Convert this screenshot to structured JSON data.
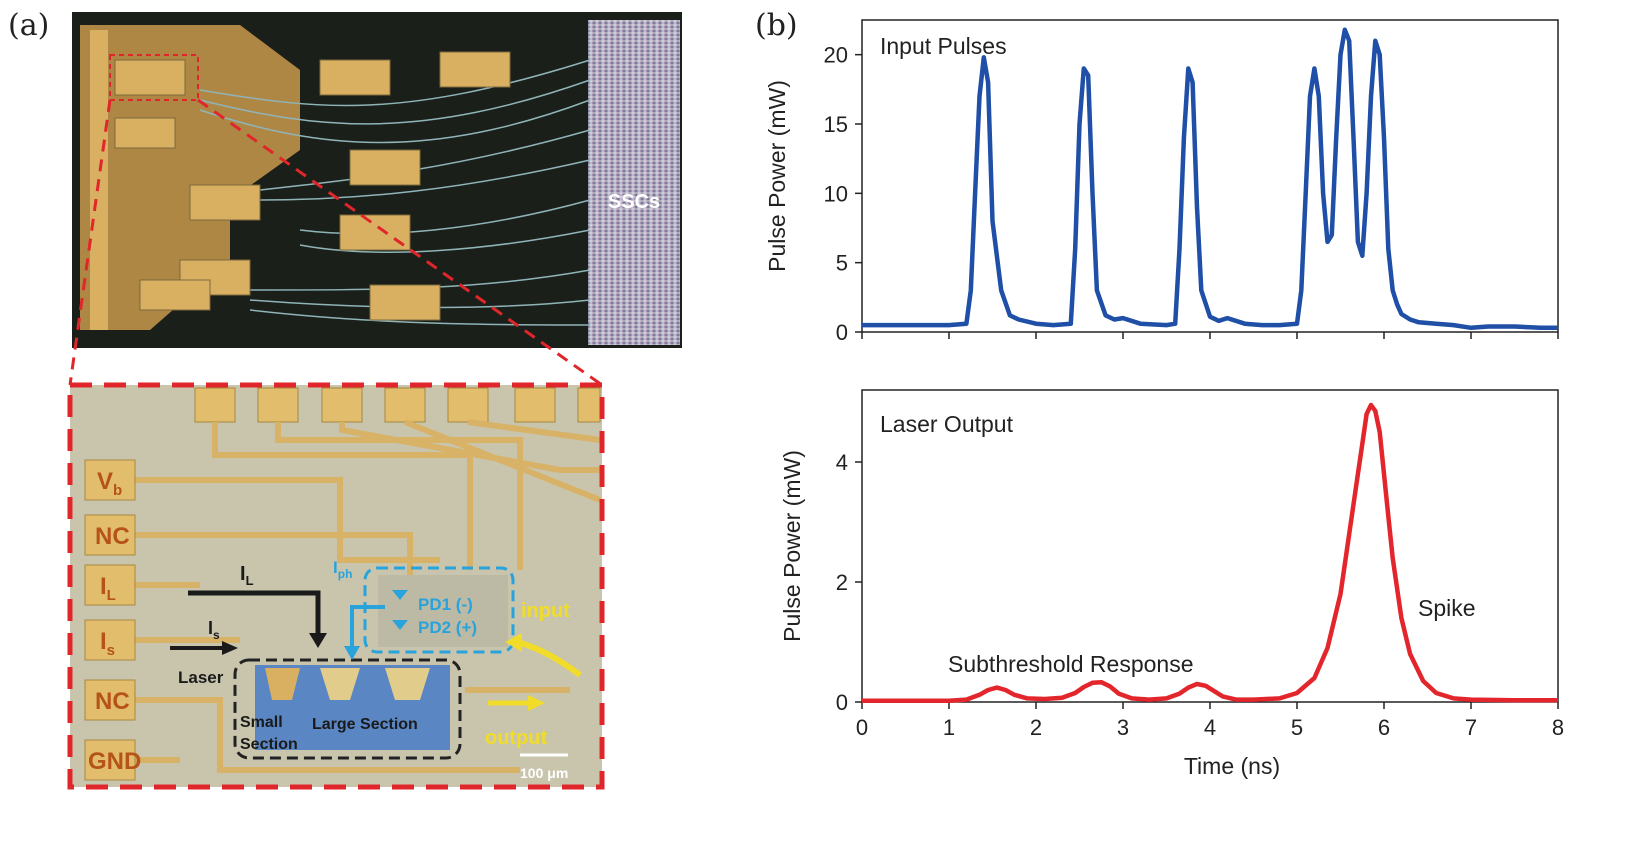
{
  "panels": {
    "a_label": "(a)",
    "b_label": "(b)"
  },
  "chip": {
    "ssc_label": "SSCs",
    "pads": [
      "V",
      "NC",
      "I",
      "I",
      "NC",
      "GND"
    ],
    "pad_subscripts": [
      "b",
      "",
      "L",
      "s",
      "",
      ""
    ],
    "current_laser": "I",
    "current_laser_sub": "L",
    "current_s": "I",
    "current_s_sub": "s",
    "current_ph": "I",
    "current_ph_sub": "ph",
    "pd1": "PD1 (-)",
    "pd2": "PD2 (+)",
    "input": "input",
    "output": "output",
    "laser": "Laser",
    "small_section_1": "Small",
    "small_section_2": "Section",
    "large_section": "Large Section",
    "scale_bar": "100 μm",
    "colors": {
      "board": "#1b1f1a",
      "gold": "#d9b062",
      "pad": "#e2be6c",
      "dash_red": "#e0262a",
      "pd_blue": "#29a3dc",
      "yellow": "#f1dc2a",
      "inset_bg": "#c9c5ad"
    }
  },
  "chart_data": [
    {
      "type": "line",
      "title": "",
      "annotation": "Input Pulses",
      "xlabel": "",
      "ylabel": "Pulse Power (mW)",
      "xlim": [
        0,
        8
      ],
      "ylim": [
        0,
        22.5
      ],
      "yticks": [
        0,
        5,
        10,
        15,
        20
      ],
      "color": "#1f4fa6",
      "series": [
        {
          "x": [
            0,
            0.5,
            1.0,
            1.2,
            1.25,
            1.3,
            1.35,
            1.4,
            1.45,
            1.5,
            1.6,
            1.7,
            1.8,
            2.0,
            2.2,
            2.4,
            2.45,
            2.5,
            2.55,
            2.6,
            2.65,
            2.7,
            2.8,
            2.9,
            3.0,
            3.2,
            3.5,
            3.6,
            3.65,
            3.7,
            3.75,
            3.8,
            3.85,
            3.9,
            4.0,
            4.1,
            4.2,
            4.4,
            4.6,
            4.8,
            5.0,
            5.05,
            5.1,
            5.15,
            5.2,
            5.25,
            5.3,
            5.35,
            5.4,
            5.45,
            5.5,
            5.55,
            5.6,
            5.65,
            5.7,
            5.75,
            5.8,
            5.85,
            5.9,
            5.95,
            6.0,
            6.05,
            6.1,
            6.15,
            6.2,
            6.3,
            6.4,
            6.6,
            6.8,
            7.0,
            7.2,
            7.5,
            7.8,
            8.0
          ],
          "y": [
            0.5,
            0.5,
            0.5,
            0.6,
            3,
            10,
            17,
            19.8,
            18,
            8,
            3,
            1.2,
            0.9,
            0.6,
            0.5,
            0.6,
            6,
            15,
            19,
            18.5,
            10,
            3,
            1.2,
            0.9,
            1.0,
            0.6,
            0.5,
            0.6,
            6,
            14,
            19,
            18,
            9,
            3,
            1.1,
            0.8,
            1.0,
            0.6,
            0.5,
            0.5,
            0.6,
            3,
            10,
            17,
            19,
            17,
            10,
            6.5,
            7,
            14,
            20,
            21.8,
            21,
            14,
            6.5,
            5.5,
            10,
            17,
            21,
            20,
            14,
            6,
            3,
            2,
            1.3,
            0.9,
            0.7,
            0.6,
            0.5,
            0.3,
            0.4,
            0.4,
            0.3,
            0.3
          ]
        }
      ]
    },
    {
      "type": "line",
      "title": "",
      "annotation": "Laser Output",
      "xlabel": "Time (ns)",
      "ylabel": "Pulse Power (mW)",
      "xlim": [
        0,
        8
      ],
      "ylim": [
        0,
        5.2
      ],
      "xticks": [
        0,
        1,
        2,
        3,
        4,
        5,
        6,
        7,
        8
      ],
      "yticks": [
        0,
        2,
        4
      ],
      "color": "#e3262c",
      "annotations": [
        "Subthreshold Response",
        "Spike"
      ],
      "series": [
        {
          "x": [
            0,
            0.5,
            1.0,
            1.2,
            1.35,
            1.45,
            1.55,
            1.65,
            1.75,
            1.9,
            2.1,
            2.3,
            2.45,
            2.55,
            2.65,
            2.75,
            2.85,
            2.95,
            3.1,
            3.3,
            3.5,
            3.65,
            3.75,
            3.85,
            3.95,
            4.05,
            4.15,
            4.3,
            4.5,
            4.8,
            5.0,
            5.2,
            5.35,
            5.5,
            5.6,
            5.7,
            5.75,
            5.8,
            5.85,
            5.9,
            5.95,
            6.0,
            6.05,
            6.1,
            6.2,
            6.3,
            6.45,
            6.6,
            6.8,
            7.0,
            7.5,
            8.0
          ],
          "y": [
            0.02,
            0.02,
            0.02,
            0.04,
            0.12,
            0.2,
            0.24,
            0.2,
            0.12,
            0.06,
            0.05,
            0.07,
            0.15,
            0.25,
            0.32,
            0.33,
            0.26,
            0.14,
            0.06,
            0.04,
            0.06,
            0.14,
            0.24,
            0.3,
            0.27,
            0.18,
            0.09,
            0.04,
            0.04,
            0.06,
            0.15,
            0.4,
            0.9,
            1.8,
            2.8,
            3.8,
            4.3,
            4.8,
            4.95,
            4.85,
            4.5,
            3.8,
            3.1,
            2.4,
            1.4,
            0.8,
            0.35,
            0.15,
            0.06,
            0.04,
            0.03,
            0.03
          ]
        }
      ]
    }
  ]
}
